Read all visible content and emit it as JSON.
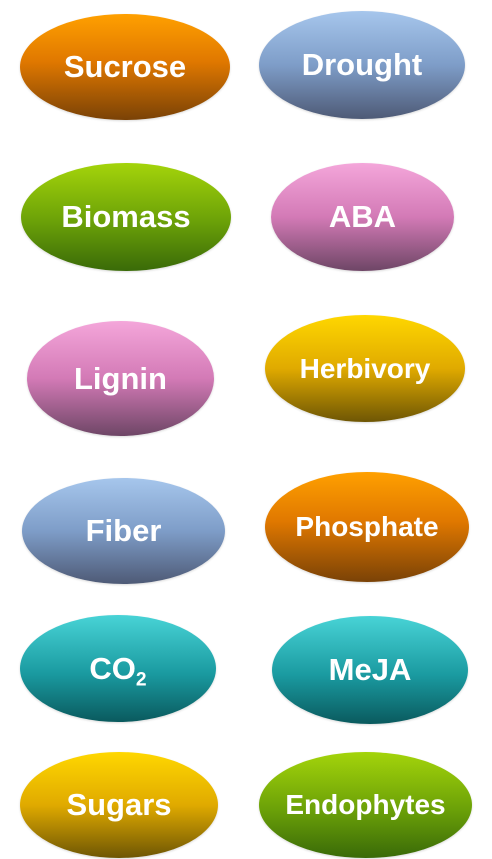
{
  "nodes": {
    "sucrose": "Sucrose",
    "drought": "Drought",
    "biomass": "Biomass",
    "aba": "ABA",
    "lignin": "Lignin",
    "herbivory": "Herbivory",
    "fiber": "Fiber",
    "phosphate": "Phosphate",
    "co2_base": "CO",
    "co2_sub": "2",
    "meja": "MeJA",
    "sugars": "Sugars",
    "endophytes": "Endophytes"
  },
  "colors": {
    "orange": "#e07800",
    "blue": "#7e9dc8",
    "green": "#6aa008",
    "pink": "#d37ab6",
    "gold": "#e0aa00",
    "teal": "#1a9aa0"
  }
}
